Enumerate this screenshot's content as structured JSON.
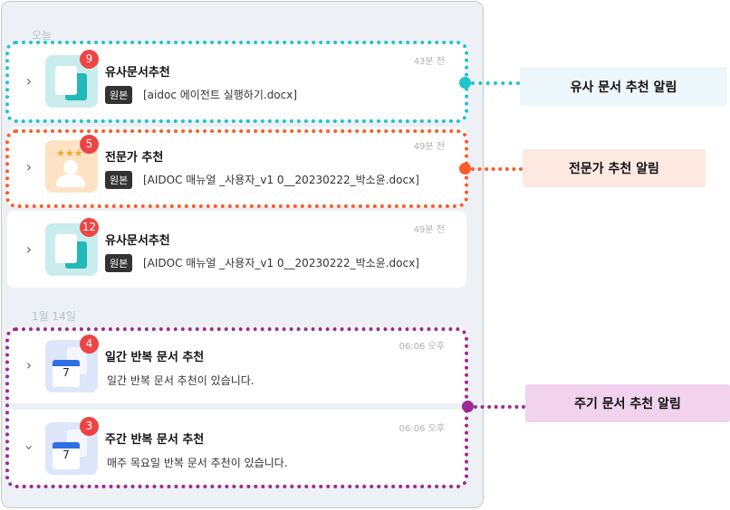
{
  "sections": [
    {
      "label": "오늘"
    },
    {
      "label": "1월 14일"
    }
  ],
  "notifications": [
    {
      "title": "유사문서추천",
      "badge": "9",
      "time": "43분 전",
      "tag": "원본",
      "file": "[aidoc 에이전트 실행하기.docx]",
      "icon": "similar-doc-icon"
    },
    {
      "title": "전문가 추천",
      "badge": "5",
      "time": "49분 전",
      "tag": "원본",
      "file": "[AIDOC 매뉴얼 _사용자_v1 0__20230222_박소윤.docx]",
      "icon": "expert-icon"
    },
    {
      "title": "유사문서추천",
      "badge": "12",
      "time": "49분 전",
      "tag": "원본",
      "file": "[AIDOC 매뉴얼 _사용자_v1 0__20230222_박소윤.docx]",
      "icon": "similar-doc-icon"
    },
    {
      "title": "일간 반복 문서 추천",
      "badge": "4",
      "time": "06:06 오후",
      "desc": "일간 반복 문서 추천이 있습니다.",
      "icon": "calendar-icon"
    },
    {
      "title": "주간 반복 문서 추천",
      "badge": "3",
      "time": "06:06 오후",
      "desc": "매주 목요일 반복 문서 추천이 있습니다.",
      "icon": "calendar-icon"
    }
  ],
  "callouts": [
    {
      "label": "유사 문서 추천 알림",
      "color": "#20c4cc"
    },
    {
      "label": "전문가 추천 알림",
      "color": "#ff5a2a"
    },
    {
      "label": "주기 문서 추천 알림",
      "color": "#9b2a93"
    }
  ]
}
